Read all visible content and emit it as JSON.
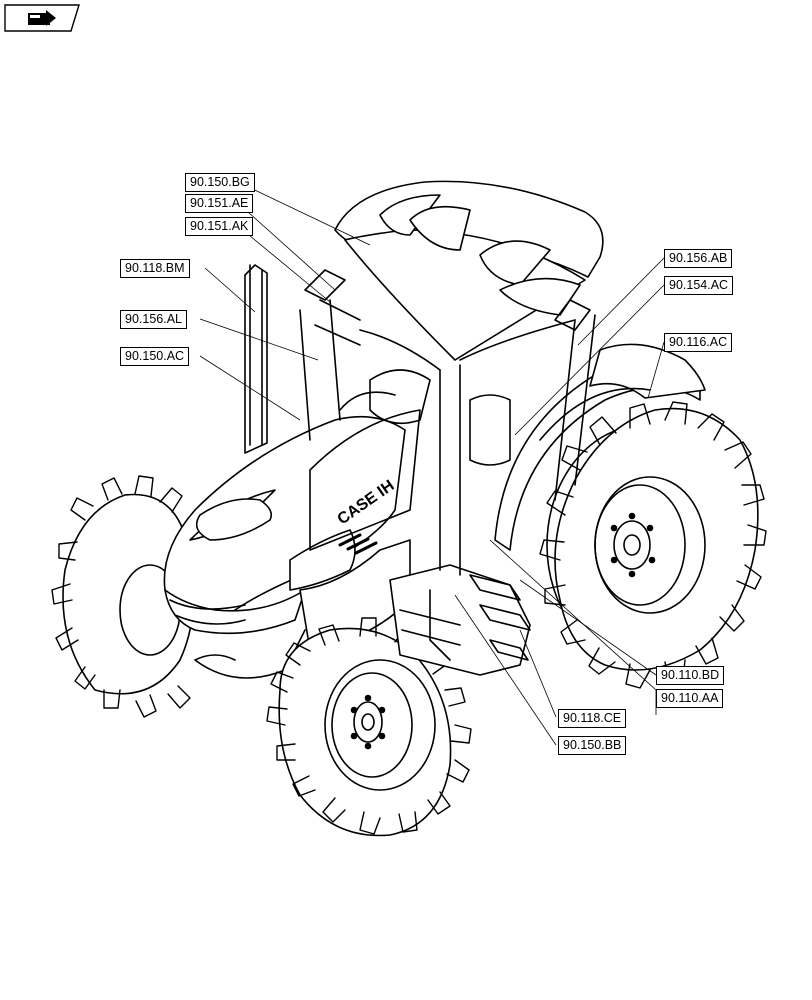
{
  "diagram": {
    "callouts": [
      {
        "id": "c-150bg",
        "label": "90.150.BG"
      },
      {
        "id": "c-151ae",
        "label": "90.151.AE"
      },
      {
        "id": "c-151ak",
        "label": "90.151.AK"
      },
      {
        "id": "c-118bm",
        "label": "90.118.BM"
      },
      {
        "id": "c-156al",
        "label": "90.156.AL"
      },
      {
        "id": "c-150ac",
        "label": "90.150.AC"
      },
      {
        "id": "c-156ab",
        "label": "90.156.AB"
      },
      {
        "id": "c-154ac",
        "label": "90.154.AC"
      },
      {
        "id": "c-116ac",
        "label": "90.116.AC"
      },
      {
        "id": "c-110bd",
        "label": "90.110.BD"
      },
      {
        "id": "c-110aa",
        "label": "90.110.AA"
      },
      {
        "id": "c-118ce",
        "label": "90.118.CE"
      },
      {
        "id": "c-150bb",
        "label": "90.150.BB"
      }
    ],
    "logo_text": "CASE IH",
    "corner_tag_icon": "arrow-folder-icon"
  }
}
